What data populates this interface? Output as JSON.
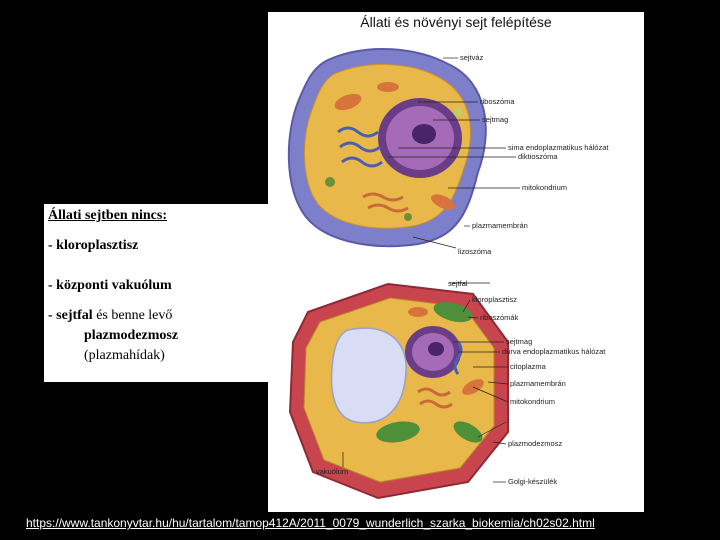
{
  "figure": {
    "title": "Állati és növényi sejt felépítése",
    "animal_labels": [
      "sejtváz",
      "riboszóma",
      "sejtmag",
      "sima endoplazmatikus hálózat",
      "diktioszóma",
      "mitokondrium",
      "plazmamembrán",
      "lizoszóma"
    ],
    "plant_labels": [
      "sejtfal",
      "kloroplasztisz",
      "riboszómák",
      "sejtmag",
      "durva endoplazmatikus hálózat",
      "citoplazma",
      "plazmamembrán",
      "mitokondrium",
      "plazmodezmosz",
      "vakuólum",
      "Golgi-készülék"
    ]
  },
  "textbox": {
    "heading": "Állati sejtben nincs:",
    "item1": "- kloroplasztisz",
    "item2": "- központi vakuólum",
    "item3_prefix": "- sejtfal",
    "item3_suffix": " és benne levő",
    "item3_line2": "plazmodezmosz",
    "item3_line3": "(plazmahídak)"
  },
  "source_link": "https://www.tankonyvtar.hu/hu/tartalom/tamop412A/2011_0079_wunderlich_szarka_biokemia/ch02s02.html",
  "colors": {
    "background": "#000000",
    "animal_membrane": "#7e7fcb",
    "cytoplasm": "#e9b84a",
    "nucleus": "#8a4c9e",
    "plant_wall": "#c9454e",
    "vacuole": "#d8dcf4",
    "chloroplast": "#4e8f3a",
    "link_text": "#ffffff"
  }
}
